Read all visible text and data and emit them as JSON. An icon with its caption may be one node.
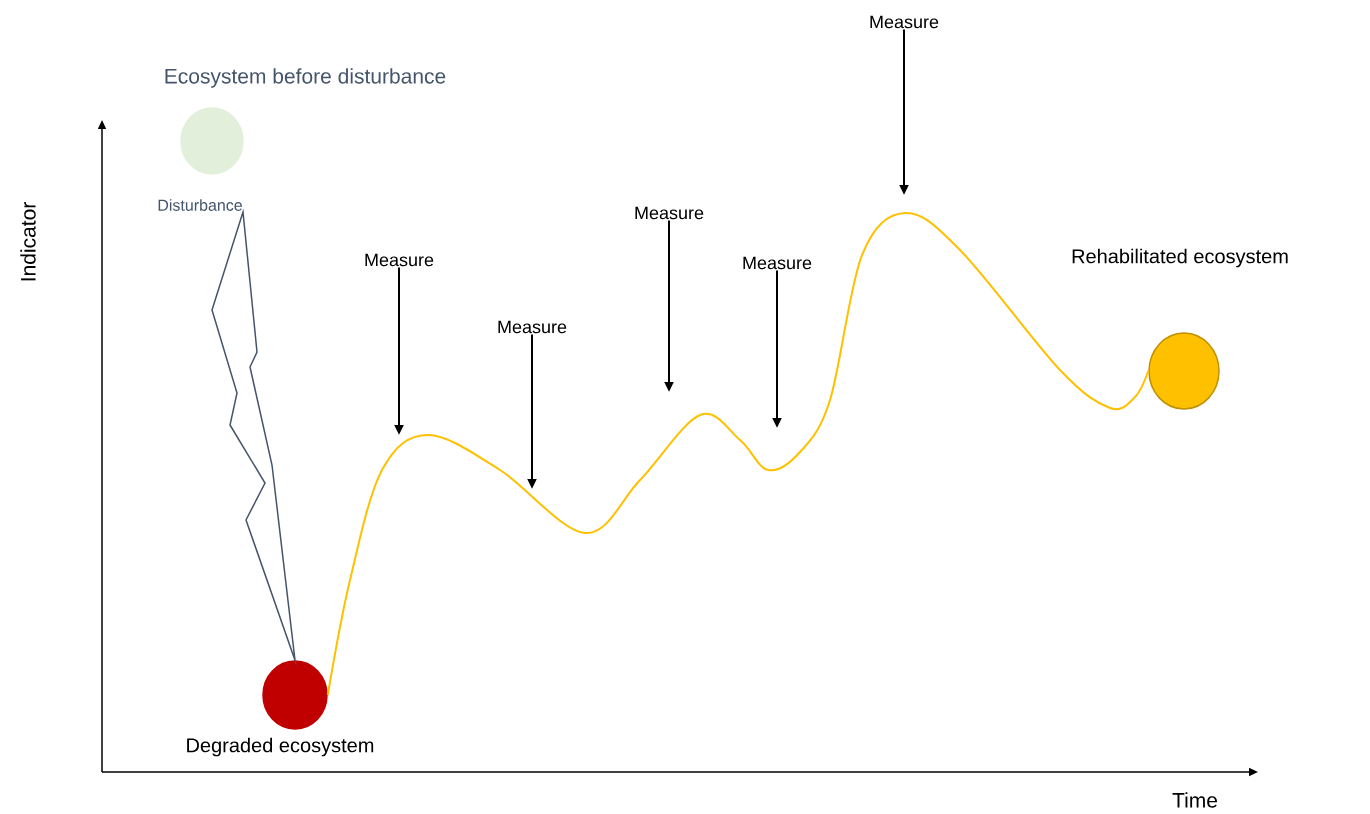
{
  "diagram": {
    "nodes": [
      {
        "text": [
          "Ecosystem before disturbance"
        ]
      },
      {
        "text": [
          "Degraded ecosystem"
        ]
      },
      {
        "text": [
          "Rehabilitated ecosystem"
        ]
      },
      {
        "text": [
          "Measure"
        ]
      },
      {
        "text": [
          "Measure"
        ]
      },
      {
        "text": [
          "Measure"
        ]
      },
      {
        "text": [
          "Measure"
        ]
      },
      {
        "text": [
          "Measure"
        ]
      },
      {
        "text": [
          "Disturbance"
        ]
      }
    ],
    "edges": [
      {
        "from": 8,
        "to": 1,
        "arrow": "both",
        "color": "#44546a"
      },
      {
        "from": 1,
        "to": 2,
        "arrow": "none",
        "color": "#ffc000"
      },
      {
        "from": 3,
        "to": null,
        "arrow": "to"
      },
      {
        "from": 4,
        "to": null,
        "arrow": "to"
      },
      {
        "from": 5,
        "to": null,
        "arrow": "to"
      },
      {
        "from": 6,
        "to": null,
        "arrow": "to"
      },
      {
        "from": 7,
        "to": null,
        "arrow": "to"
      }
    ],
    "labels": [
      "Indicator",
      "Time"
    ]
  }
}
